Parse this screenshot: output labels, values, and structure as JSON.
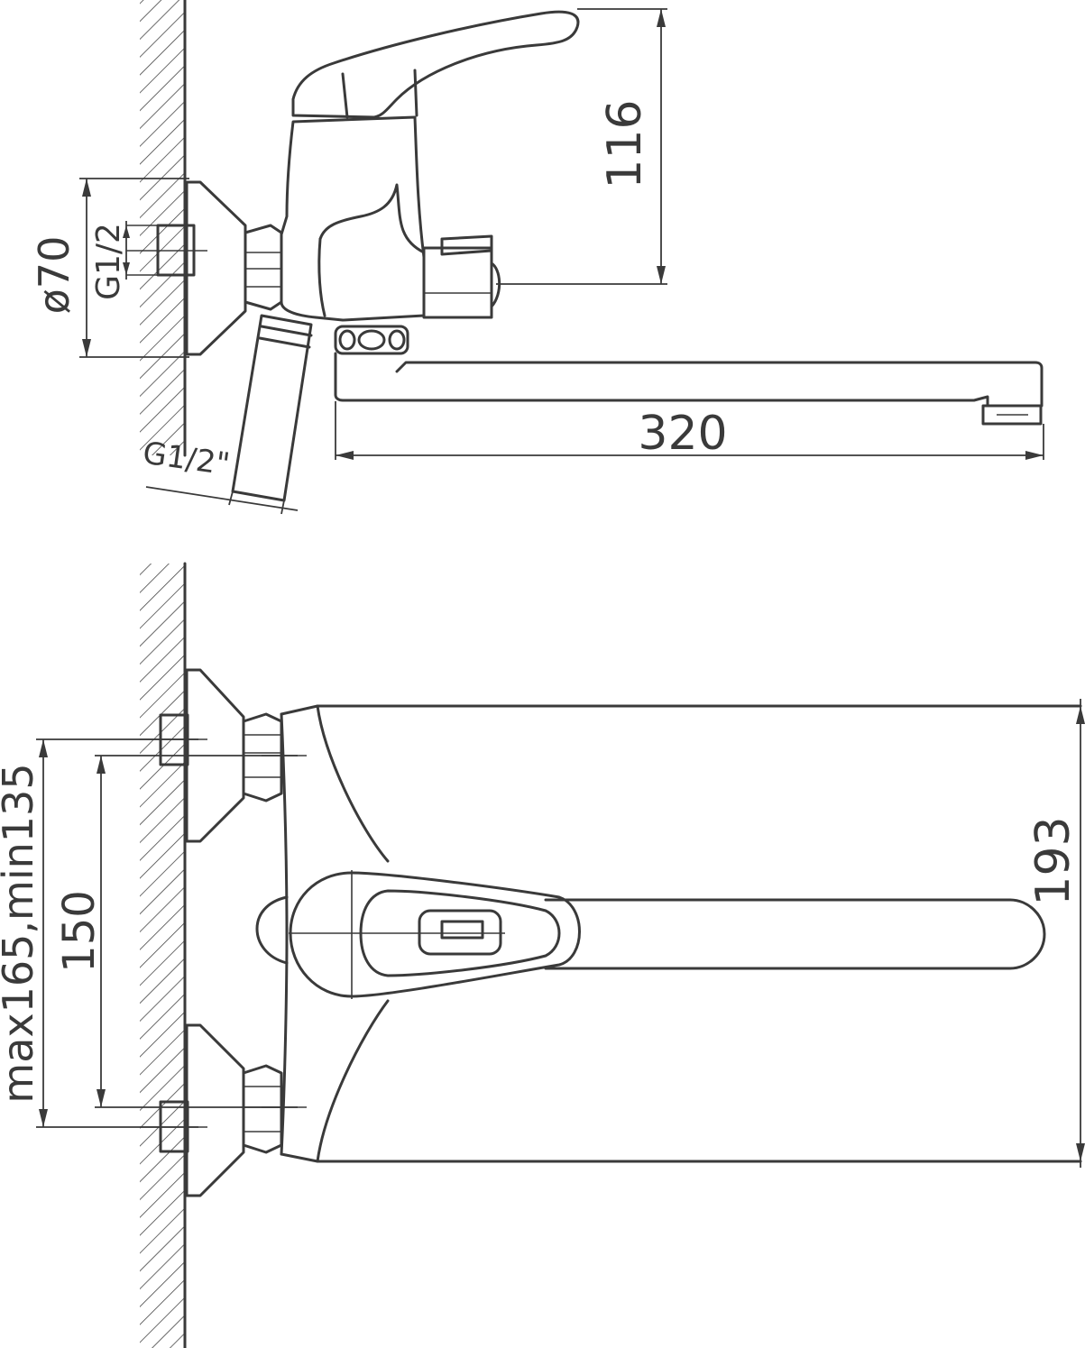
{
  "diagram": {
    "side_view": {
      "height_label": "116",
      "flange_diameter_label": "ø70",
      "inlet_thread_label": "G1/2",
      "hose_thread_label": "G1/2\"",
      "spout_length_label": "320"
    },
    "top_view": {
      "adjust_range_label": "max165,min135",
      "center_distance_label": "150",
      "body_width_label": "193"
    },
    "line_color": "#3a3a3a"
  }
}
